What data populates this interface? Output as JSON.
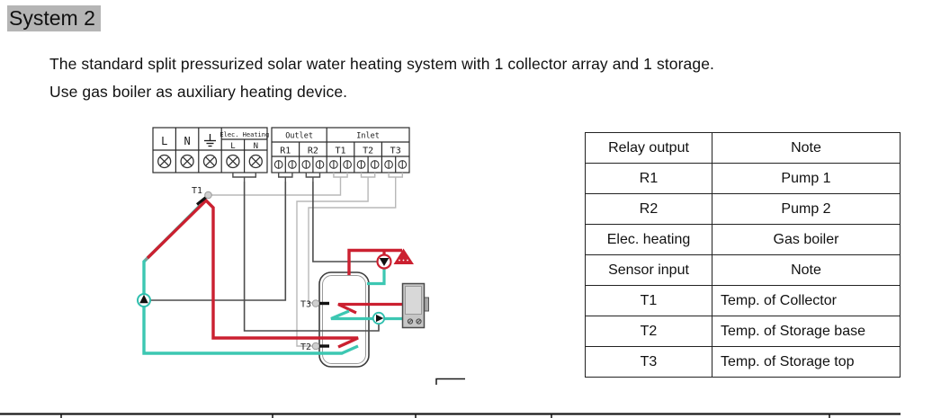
{
  "title": "System 2",
  "description": {
    "line1": "The standard split pressurized solar water heating system with 1 collector array and 1 storage.",
    "line2": "Use gas boiler as auxiliary heating device."
  },
  "terminal_block": {
    "power": {
      "l": "L",
      "n": "N",
      "elec_heating": "Elec. Heating",
      "eh_l": "L",
      "eh_n": "N"
    },
    "io": {
      "outlet": "Outlet",
      "inlet": "Inlet",
      "r1": "R1",
      "r2": "R2",
      "t1": "T1",
      "t2": "T2",
      "t3": "T3"
    }
  },
  "sensors": {
    "t1": "T1",
    "t2": "T2",
    "t3": "T3"
  },
  "colors": {
    "hot_pipe": "#cb2030",
    "cold_pipe": "#3cc7b2",
    "power_wire": "#4c4c4c",
    "sensor_wire": "#b8b8b8",
    "title_highlight": "#b5b5b5"
  },
  "table": {
    "rows": [
      {
        "c1": "Relay output",
        "c2": "Note"
      },
      {
        "c1": "R1",
        "c2": "Pump 1"
      },
      {
        "c1": "R2",
        "c2": "Pump 2"
      },
      {
        "c1": "Elec. heating",
        "c2": "Gas boiler"
      },
      {
        "c1": "Sensor input",
        "c2": "Note"
      },
      {
        "c1": "T1",
        "c2": "Temp. of Collector"
      },
      {
        "c1": "T2",
        "c2": "Temp. of Storage base"
      },
      {
        "c1": "T3",
        "c2": "Temp. of Storage top"
      }
    ]
  }
}
